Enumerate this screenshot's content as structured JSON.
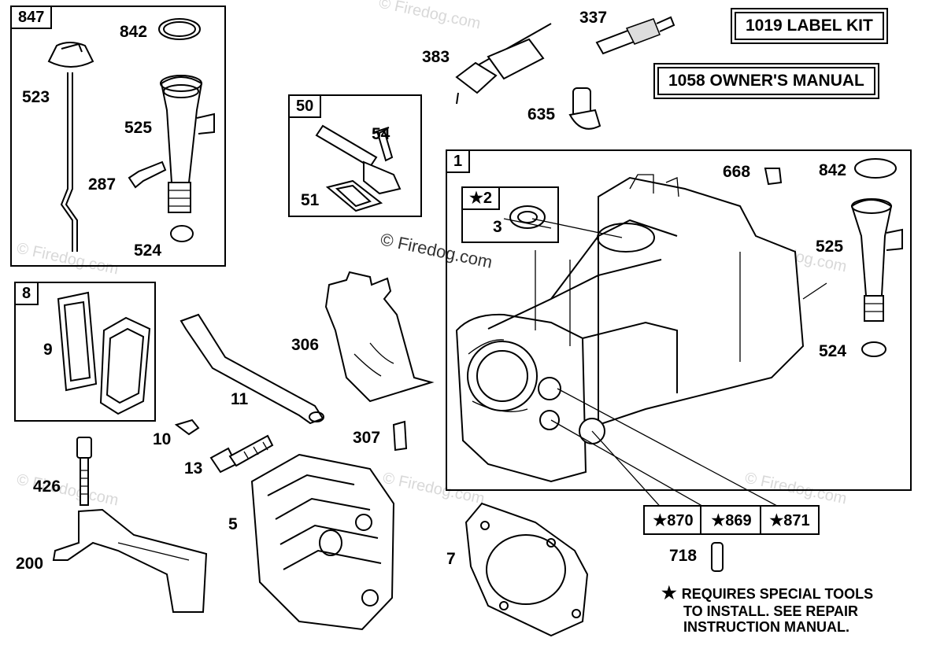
{
  "watermark": "© Firedog.com",
  "kits": {
    "label_kit": "1019 LABEL KIT",
    "owners_manual": "1058 OWNER'S MANUAL"
  },
  "groups": {
    "g847": "847",
    "g50": "50",
    "g8": "8",
    "g1": "1",
    "g2": "★2"
  },
  "parts": {
    "p842a": "842",
    "p523": "523",
    "p525a": "525",
    "p287": "287",
    "p524a": "524",
    "p51": "51",
    "p54": "54",
    "p9": "9",
    "p383": "383",
    "p337": "337",
    "p635": "635",
    "p3": "3",
    "p668": "668",
    "p842b": "842",
    "p525b": "525",
    "p524b": "524",
    "p306": "306",
    "p11": "11",
    "p10": "10",
    "p13": "13",
    "p307": "307",
    "p426": "426",
    "p200": "200",
    "p5": "5",
    "p7": "7",
    "p718": "718"
  },
  "special_parts": [
    "★870",
    "★869",
    "★871"
  ],
  "note": {
    "star": "★",
    "line1": "REQUIRES SPECIAL TOOLS",
    "line2": "TO INSTALL.  SEE REPAIR",
    "line3": "INSTRUCTION MANUAL."
  }
}
